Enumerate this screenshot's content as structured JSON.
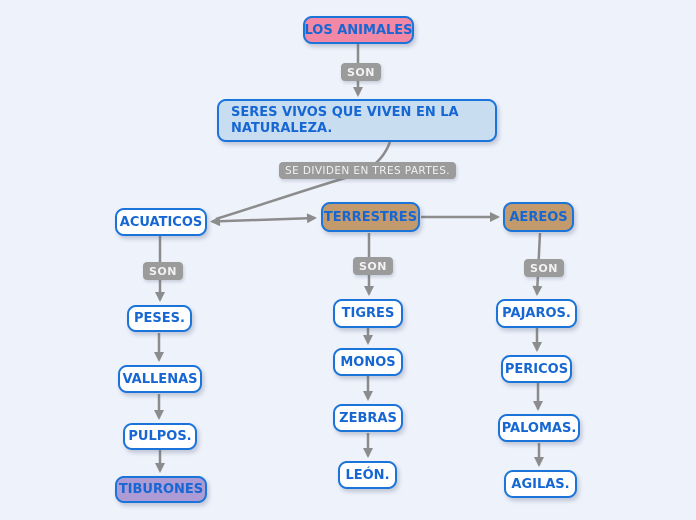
{
  "colors": {
    "background": "#EEF2FB",
    "node_border": "#1B74D9",
    "node_text": "#1667D3",
    "root_fill": "#F287A6",
    "definition_fill": "#C9DDF0",
    "branch_fill": "#C39A6B",
    "plain_fill": "#FFFFFF",
    "tiburones_fill": "#AC9BD4",
    "connector": "#8C8C8C",
    "link_label_bg": "#9B9B9B",
    "link_label_text": "#F2F2F2"
  },
  "diagram": {
    "root": {
      "label": "LOS ANIMALES"
    },
    "root_link": {
      "label": "SON"
    },
    "definition": {
      "label": "SERES VIVOS QUE VIVEN EN LA NATURALEZA."
    },
    "division_link": {
      "label": "SE DIVIDEN EN TRES PARTES."
    },
    "branches": [
      {
        "label": "ACUATICOS",
        "link": {
          "label": "SON"
        },
        "children": [
          {
            "label": "PESES."
          },
          {
            "label": "VALLENAS"
          },
          {
            "label": "PULPOS."
          },
          {
            "label": "TIBURONES"
          }
        ]
      },
      {
        "label": "TERRESTRES",
        "link": {
          "label": "SON"
        },
        "children": [
          {
            "label": "TIGRES"
          },
          {
            "label": "MONOS"
          },
          {
            "label": "ZEBRAS"
          },
          {
            "label": "LEÓN."
          }
        ]
      },
      {
        "label": "AEREOS",
        "link": {
          "label": "SON"
        },
        "children": [
          {
            "label": "PAJAROS."
          },
          {
            "label": "PERICOS"
          },
          {
            "label": "PALOMAS."
          },
          {
            "label": "AGILAS."
          }
        ]
      }
    ]
  }
}
